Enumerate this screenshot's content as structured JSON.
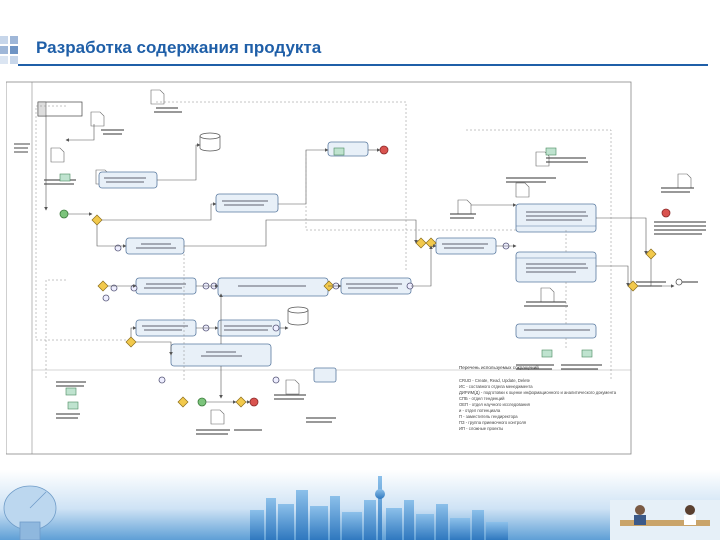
{
  "slide": {
    "title": "Разработка содержания продукта"
  },
  "legend": {
    "heading": "Перечень используемых сокращений",
    "lines": [
      "CRUD - Create, Read, Update, Delete",
      "ИС - составного отдела менеджмента",
      "ДИРИМ(Д) - подготовки к оценке информационного и аналитического документа",
      "СПБ - отдел тенденций",
      "ОЕП - отдел научного исследования",
      "и - отдел потенциала",
      "П - заместитель гендиректора",
      "ПЗ - группа приемочного контроля",
      "ИП - сложные проекты"
    ]
  },
  "colors": {
    "title": "#1f5fa8",
    "task_fill": "#e8f0f8",
    "task_stroke": "#5a7aa0",
    "gateway": "#f2c94c",
    "start_event": "#7cc47c",
    "end_event": "#d9534f"
  }
}
